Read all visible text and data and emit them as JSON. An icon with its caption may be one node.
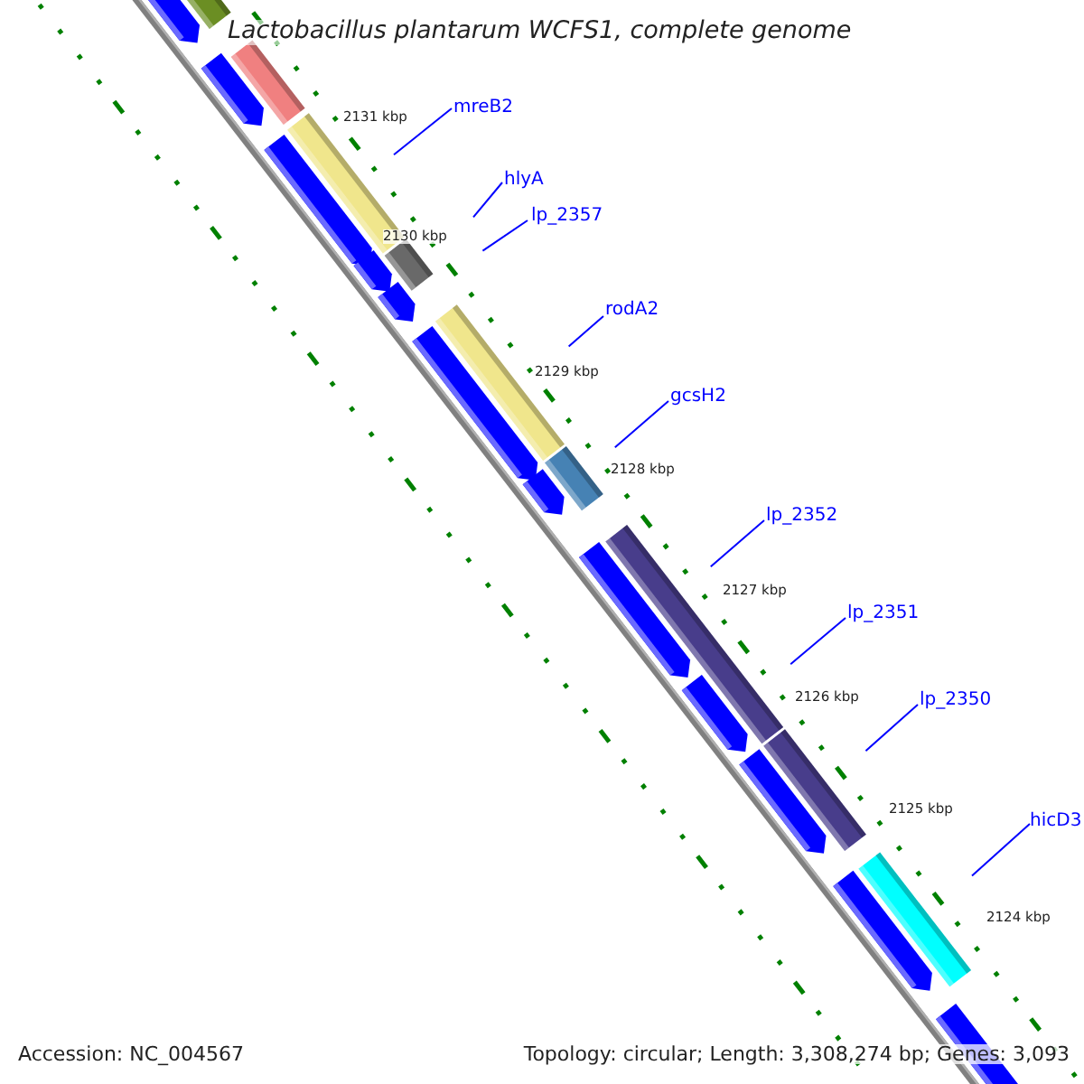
{
  "diagram": {
    "title": "Lactobacillus plantarum WCFS1, complete genome",
    "nodes": [
      {
        "text": [
          "mreB2"
        ]
      },
      {
        "text": [
          "hlyA"
        ]
      },
      {
        "text": [
          "lp_2357"
        ]
      },
      {
        "text": [
          "rodA2"
        ]
      },
      {
        "text": [
          "gcsH2"
        ]
      },
      {
        "text": [
          "lp_2352"
        ]
      },
      {
        "text": [
          "lp_2351"
        ]
      },
      {
        "text": [
          "lp_2350"
        ]
      },
      {
        "text": [
          "hicD3"
        ]
      }
    ],
    "edges": [
      {
        "from": 0,
        "to": null,
        "arrow": "none"
      },
      {
        "from": 1,
        "to": null,
        "arrow": "none"
      },
      {
        "from": 2,
        "to": null,
        "arrow": "none"
      },
      {
        "from": 3,
        "to": null,
        "arrow": "none"
      },
      {
        "from": 4,
        "to": null,
        "arrow": "none"
      },
      {
        "from": 5,
        "to": null,
        "arrow": "none"
      },
      {
        "from": 6,
        "to": null,
        "arrow": "none"
      },
      {
        "from": 7,
        "to": null,
        "arrow": "none"
      },
      {
        "from": 8,
        "to": null,
        "arrow": "none"
      }
    ],
    "labels": [
      "2131 kbp",
      "2130 kbp",
      "2129 kbp",
      "2128 kbp",
      "2127 kbp",
      "2126 kbp",
      "2125 kbp",
      "2124 kbp",
      "Accession: NC_004567",
      "Topology: circular; Length: 3,308,274 bp; Genes: 3,093"
    ]
  }
}
